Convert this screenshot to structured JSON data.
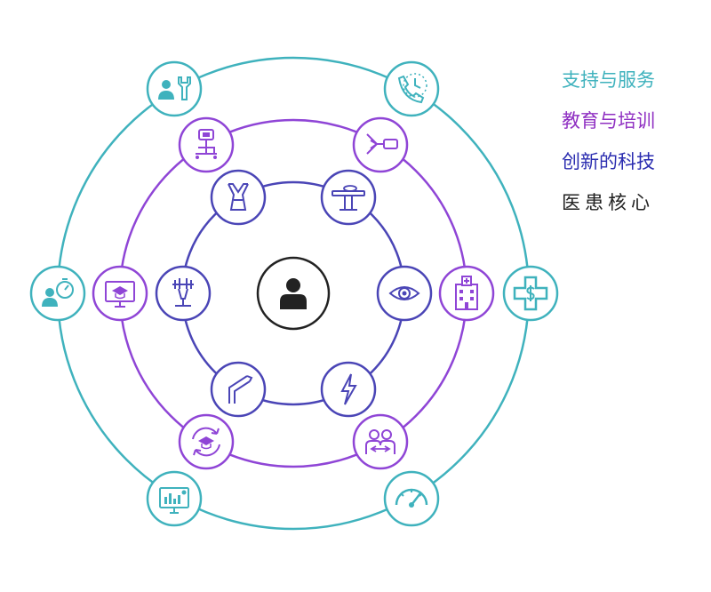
{
  "colors": {
    "outer": "#3fb2bd",
    "middle": "#8f45d6",
    "inner": "#4a45b6",
    "core": "#222222"
  },
  "legend": [
    {
      "label": "支持与服务",
      "color": "#3fb2bd"
    },
    {
      "label": "教育与培训",
      "color": "#8f2fc2"
    },
    {
      "label": "创新的科技",
      "color": "#2b2db0"
    },
    {
      "label": "医患核心",
      "color": "#222222"
    }
  ],
  "rings": {
    "outer": {
      "nodes": [
        {
          "name": "technician-wrench-icon"
        },
        {
          "name": "phone-support-icon"
        },
        {
          "name": "person-stopwatch-icon"
        },
        {
          "name": "medical-cross-dollar-icon"
        },
        {
          "name": "monitor-analytics-icon"
        },
        {
          "name": "gauge-icon"
        }
      ]
    },
    "middle": {
      "nodes": [
        {
          "name": "robot-cart-icon"
        },
        {
          "name": "stapler-device-icon"
        },
        {
          "name": "monitor-graduation-icon"
        },
        {
          "name": "hospital-building-icon"
        },
        {
          "name": "graduation-cycle-icon"
        },
        {
          "name": "people-collaboration-icon"
        }
      ]
    },
    "inner": {
      "nodes": [
        {
          "name": "robotic-arm-icon"
        },
        {
          "name": "surgical-table-icon"
        },
        {
          "name": "instrument-stand-icon"
        },
        {
          "name": "eye-icon"
        },
        {
          "name": "laparoscopic-instrument-icon"
        },
        {
          "name": "energy-bolt-icon"
        }
      ]
    }
  },
  "center": {
    "name": "patient-person-icon"
  }
}
